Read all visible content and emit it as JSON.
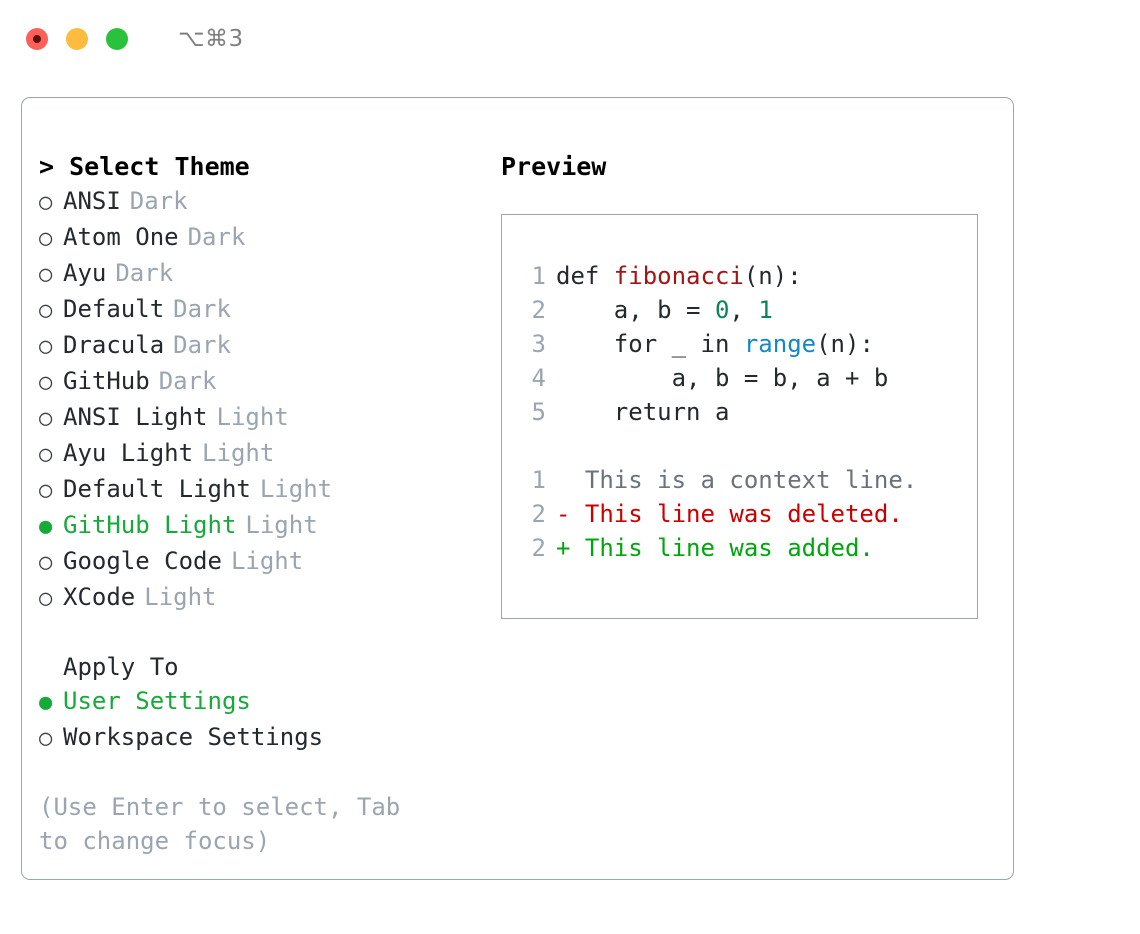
{
  "titlebar": {
    "shortcut": "⌥⌘3",
    "lights": [
      {
        "name": "close",
        "color": "#fc6058"
      },
      {
        "name": "minimize",
        "color": "#fdbc40"
      },
      {
        "name": "maximize",
        "color": "#2ac13c"
      }
    ]
  },
  "theme_list": {
    "header": "> Select Theme",
    "items": [
      {
        "bullet": "○",
        "label": "ANSI",
        "badge": "Dark",
        "selected": false
      },
      {
        "bullet": "○",
        "label": "Atom One",
        "badge": "Dark",
        "selected": false
      },
      {
        "bullet": "○",
        "label": "Ayu",
        "badge": "Dark",
        "selected": false
      },
      {
        "bullet": "○",
        "label": "Default",
        "badge": "Dark",
        "selected": false
      },
      {
        "bullet": "○",
        "label": "Dracula",
        "badge": "Dark",
        "selected": false
      },
      {
        "bullet": "○",
        "label": "GitHub",
        "badge": "Dark",
        "selected": false
      },
      {
        "bullet": "○",
        "label": "ANSI Light",
        "badge": "Light",
        "selected": false
      },
      {
        "bullet": "○",
        "label": "Ayu Light",
        "badge": "Light",
        "selected": false
      },
      {
        "bullet": "○",
        "label": "Default Light",
        "badge": "Light",
        "selected": false
      },
      {
        "bullet": "●",
        "label": "GitHub Light",
        "badge": "Light",
        "selected": true
      },
      {
        "bullet": "○",
        "label": "Google Code",
        "badge": "Light",
        "selected": false
      },
      {
        "bullet": "○",
        "label": "XCode",
        "badge": "Light",
        "selected": false
      }
    ]
  },
  "apply_to": {
    "header": "Apply To",
    "items": [
      {
        "bullet": "●",
        "label": "User Settings",
        "selected": true
      },
      {
        "bullet": "○",
        "label": "Workspace Settings",
        "selected": false
      }
    ]
  },
  "hint": "(Use Enter to select, Tab to change focus)",
  "preview": {
    "title": "Preview",
    "code_lines": [
      {
        "number": "1",
        "tokens": [
          {
            "text": "def ",
            "type": "plain"
          },
          {
            "text": "fibonacci",
            "type": "fn"
          },
          {
            "text": "(n):",
            "type": "plain"
          }
        ]
      },
      {
        "number": "2",
        "tokens": [
          {
            "text": "    a, b = ",
            "type": "plain"
          },
          {
            "text": "0",
            "type": "num"
          },
          {
            "text": ", ",
            "type": "plain"
          },
          {
            "text": "1",
            "type": "num"
          }
        ]
      },
      {
        "number": "3",
        "tokens": [
          {
            "text": "    for _ in ",
            "type": "plain"
          },
          {
            "text": "range",
            "type": "builtin"
          },
          {
            "text": "(n):",
            "type": "plain"
          }
        ]
      },
      {
        "number": "4",
        "tokens": [
          {
            "text": "        a, b = b, a + b",
            "type": "plain"
          }
        ]
      },
      {
        "number": "5",
        "tokens": [
          {
            "text": "    return a",
            "type": "plain"
          }
        ]
      }
    ],
    "diff_lines": [
      {
        "number": "1",
        "marker": "  ",
        "text": "  This is a context line.",
        "kind": "context"
      },
      {
        "number": "2",
        "marker": "- ",
        "text": "- This line was deleted.",
        "kind": "deleted"
      },
      {
        "number": "2",
        "marker": "+ ",
        "text": "+ This line was added.",
        "kind": "added"
      }
    ]
  },
  "colors": {
    "accent_green": "#16ab39",
    "muted": "#9aa5b1",
    "text": "#24292e",
    "border": "#9aa5b1",
    "diff_add": "#00a60e",
    "diff_del": "#cc0000",
    "syntax_function": "#a31515",
    "syntax_number": "#098658",
    "syntax_builtin": "#1289c4"
  }
}
